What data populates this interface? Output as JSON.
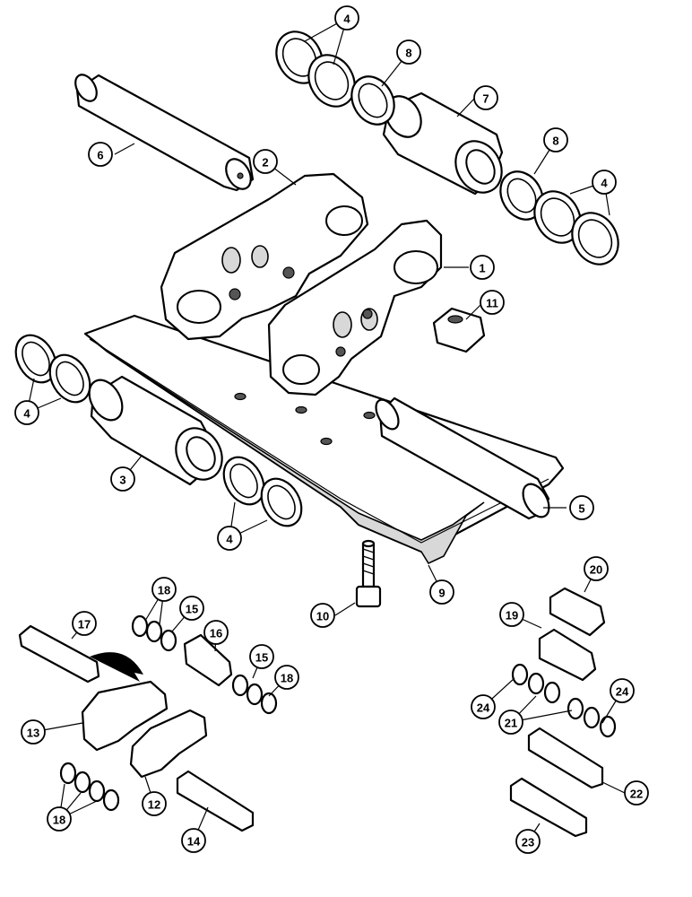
{
  "diagram": {
    "type": "exploded-parts-view",
    "callouts": [
      {
        "id": "c1",
        "label": "1"
      },
      {
        "id": "c2",
        "label": "2"
      },
      {
        "id": "c3",
        "label": "3"
      },
      {
        "id": "c4a",
        "label": "4"
      },
      {
        "id": "c4b",
        "label": "4"
      },
      {
        "id": "c4c",
        "label": "4"
      },
      {
        "id": "c4d",
        "label": "4"
      },
      {
        "id": "c5",
        "label": "5"
      },
      {
        "id": "c6",
        "label": "6"
      },
      {
        "id": "c7",
        "label": "7"
      },
      {
        "id": "c8a",
        "label": "8"
      },
      {
        "id": "c8b",
        "label": "8"
      },
      {
        "id": "c9",
        "label": "9"
      },
      {
        "id": "c10",
        "label": "10"
      },
      {
        "id": "c11",
        "label": "11"
      },
      {
        "id": "c12",
        "label": "12"
      },
      {
        "id": "c13",
        "label": "13"
      },
      {
        "id": "c14",
        "label": "14"
      },
      {
        "id": "c15a",
        "label": "15"
      },
      {
        "id": "c15b",
        "label": "15"
      },
      {
        "id": "c16",
        "label": "16"
      },
      {
        "id": "c17",
        "label": "17"
      },
      {
        "id": "c18a",
        "label": "18"
      },
      {
        "id": "c18b",
        "label": "18"
      },
      {
        "id": "c18c",
        "label": "18"
      },
      {
        "id": "c19",
        "label": "19"
      },
      {
        "id": "c20",
        "label": "20"
      },
      {
        "id": "c21",
        "label": "21"
      },
      {
        "id": "c22",
        "label": "22"
      },
      {
        "id": "c23",
        "label": "23"
      },
      {
        "id": "c24a",
        "label": "24"
      },
      {
        "id": "c24b",
        "label": "24"
      }
    ]
  }
}
